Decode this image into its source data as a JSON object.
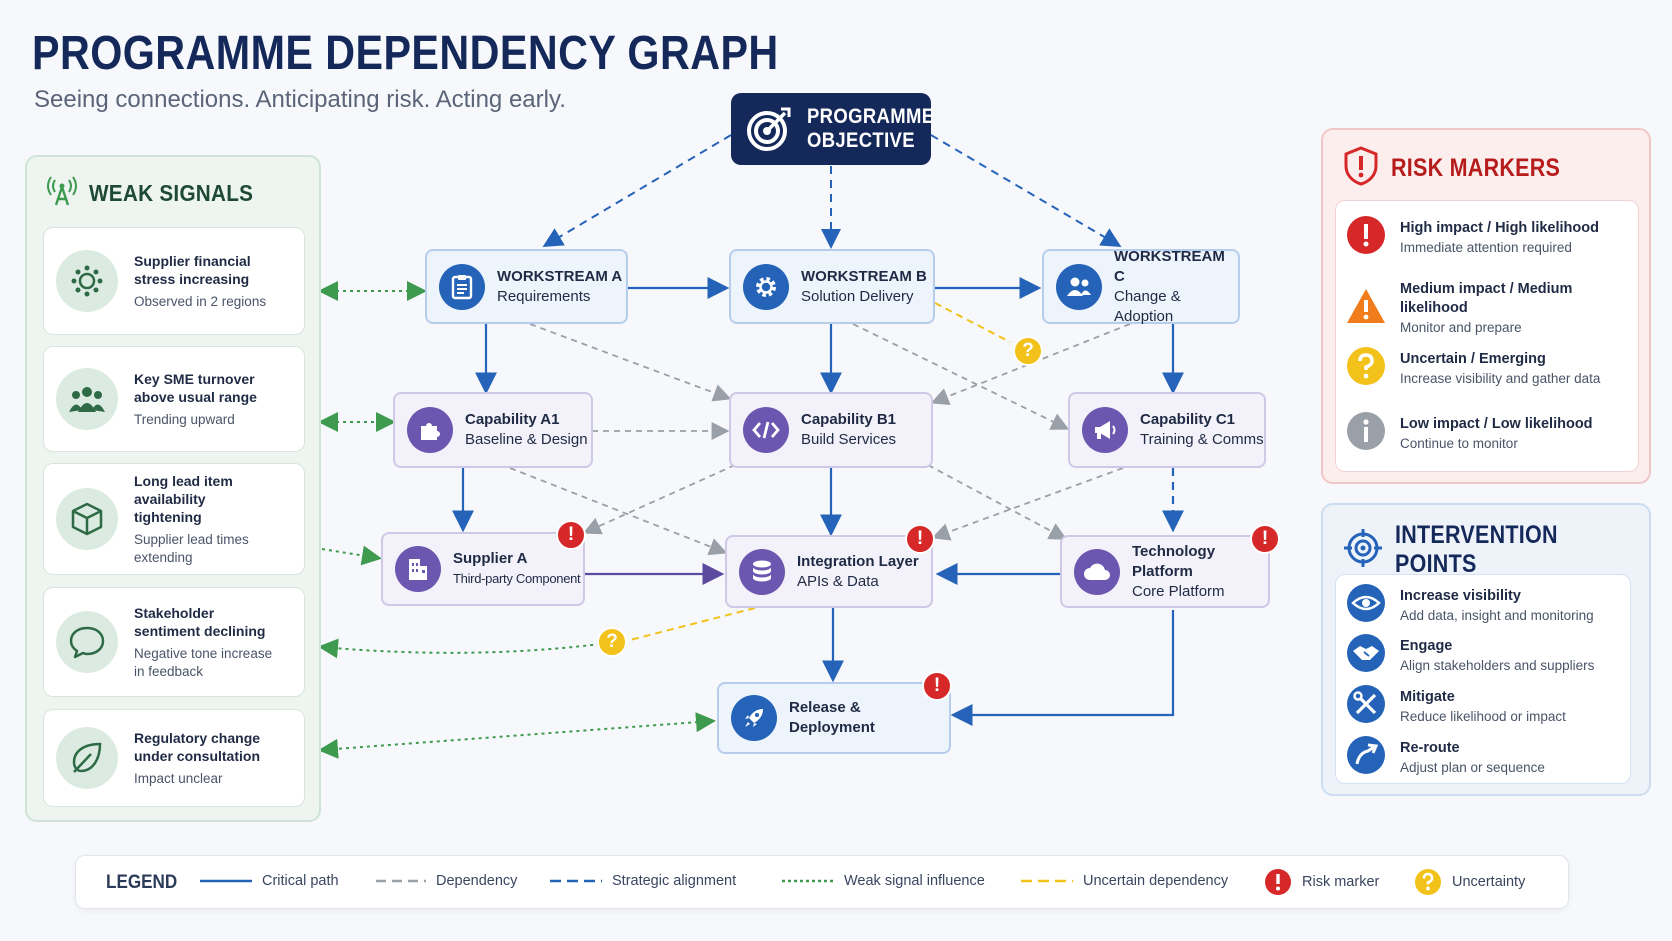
{
  "header": {
    "title": "PROGRAMME DEPENDENCY GRAPH",
    "subtitle": "Seeing connections. Anticipating risk. Acting early."
  },
  "objective": {
    "line1": "PROGRAMME",
    "line2": "OBJECTIVE",
    "icon": "target-icon"
  },
  "weak_signals": {
    "title": "WEAK SIGNALS",
    "icon": "antenna-icon",
    "items": [
      {
        "title": "Supplier financial stress increasing",
        "sub": "Observed in 2 regions",
        "icon": "virus-icon"
      },
      {
        "title": "Key SME turnover above usual range",
        "sub": "Trending upward",
        "icon": "people-icon"
      },
      {
        "title": "Long lead item availability tightening",
        "sub": "Supplier lead times extending",
        "icon": "box-icon"
      },
      {
        "title": "Stakeholder sentiment declining",
        "sub": "Negative tone increase in feedback",
        "icon": "speech-bubble-icon"
      },
      {
        "title": "Regulatory change under consultation",
        "sub": "Impact unclear",
        "icon": "leaf-icon"
      }
    ]
  },
  "nodes": {
    "ws_a": {
      "title": "WORKSTREAM A",
      "sub": "Requirements",
      "icon": "clipboard-icon"
    },
    "ws_b": {
      "title": "WORKSTREAM B",
      "sub": "Solution Delivery",
      "icon": "gear-icon"
    },
    "ws_c": {
      "title": "WORKSTREAM C",
      "sub": "Change & Adoption",
      "icon": "users-icon"
    },
    "cap_a1": {
      "title": "Capability A1",
      "sub": "Baseline & Design",
      "icon": "puzzle-icon"
    },
    "cap_b1": {
      "title": "Capability B1",
      "sub": "Build Services",
      "icon": "code-icon"
    },
    "cap_c1": {
      "title": "Capability C1",
      "sub": "Training & Comms",
      "icon": "megaphone-icon"
    },
    "supplier_a": {
      "title": "Supplier A",
      "sub": "Third-party Component",
      "icon": "building-icon"
    },
    "integration": {
      "title": "Integration Layer",
      "sub": "APIs & Data",
      "icon": "database-icon"
    },
    "tech_platform": {
      "title": "Technology Platform",
      "sub": "Core Platform",
      "icon": "cloud-icon"
    },
    "release": {
      "title": "Release & Deployment",
      "icon": "rocket-icon"
    }
  },
  "badges": {
    "risk": "!",
    "uncertain": "?"
  },
  "risk_markers": {
    "title": "RISK MARKERS",
    "items": [
      {
        "title": "High impact / High likelihood",
        "sub": "Immediate attention required",
        "color": "#d62828",
        "icon": "exclamation-circle-icon"
      },
      {
        "title": "Medium impact / Medium likelihood",
        "sub": "Monitor and prepare",
        "color": "#f07c1b",
        "icon": "warning-triangle-icon"
      },
      {
        "title": "Uncertain / Emerging",
        "sub": "Increase visibility and gather data",
        "color": "#f2c21b",
        "icon": "question-circle-icon"
      },
      {
        "title": "Low impact / Low likelihood",
        "sub": "Continue to monitor",
        "color": "#9aa0a8",
        "icon": "info-circle-icon"
      }
    ]
  },
  "intervention_points": {
    "title": "INTERVENTION POINTS",
    "items": [
      {
        "title": "Increase visibility",
        "sub": "Add data, insight and monitoring",
        "icon": "eye-icon"
      },
      {
        "title": "Engage",
        "sub": "Align stakeholders and suppliers",
        "icon": "handshake-icon"
      },
      {
        "title": "Mitigate",
        "sub": "Reduce likelihood or impact",
        "icon": "tools-icon"
      },
      {
        "title": "Re-route",
        "sub": "Adjust plan or sequence",
        "icon": "reroute-arrow-icon"
      }
    ]
  },
  "legend": {
    "title": "LEGEND",
    "items": [
      {
        "label": "Critical path"
      },
      {
        "label": "Dependency"
      },
      {
        "label": "Strategic alignment"
      },
      {
        "label": "Weak signal influence"
      },
      {
        "label": "Uncertain dependency"
      },
      {
        "label": "Risk marker"
      },
      {
        "label": "Uncertainty"
      }
    ]
  },
  "colors": {
    "navy": "#14285a",
    "critical": "#2563b8",
    "dependency": "#9aa0a8",
    "weak_signal": "#3e9a4f",
    "uncertain": "#f2c21b",
    "risk": "#d62828",
    "purple": "#5b4a9e"
  }
}
